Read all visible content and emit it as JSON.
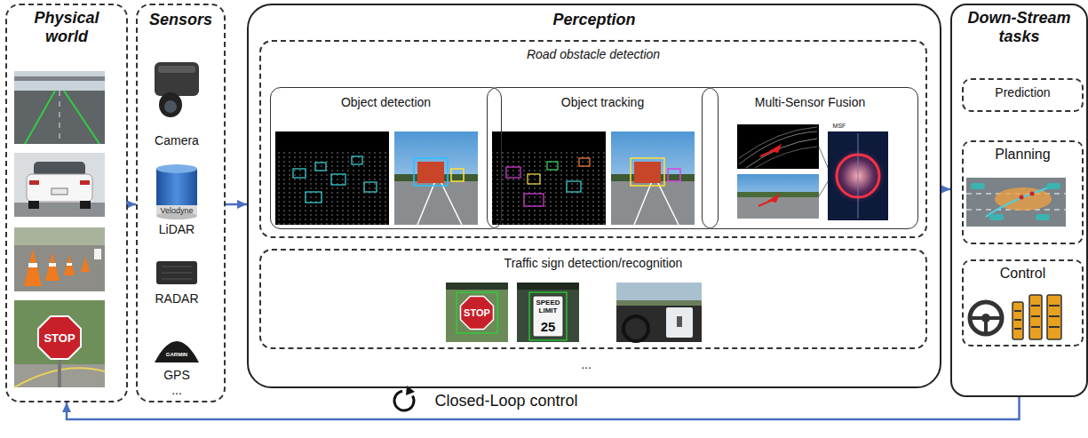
{
  "diagram": {
    "nodes": [
      {
        "text": [
          "Physical world"
        ]
      },
      {
        "text": [
          "Sensors"
        ]
      },
      {
        "text": [
          "Perception"
        ]
      },
      {
        "text": [
          "Road obstacle detection"
        ],
        "in": 2
      },
      {
        "text": [
          "Object detection"
        ],
        "in": 3
      },
      {
        "text": [
          "Object tracking"
        ],
        "in": 3
      },
      {
        "text": [
          "Multi-Sensor Fusion"
        ],
        "in": 3
      },
      {
        "text": [
          "Traffic sign detection/recognition"
        ],
        "in": 2
      },
      {
        "text": [
          "Down-Stream tasks"
        ]
      },
      {
        "text": [
          "Prediction"
        ],
        "in": 8
      },
      {
        "text": [
          "Planning"
        ],
        "in": 8
      },
      {
        "text": [
          "Control"
        ],
        "in": 8
      }
    ],
    "edges": [
      {
        "from": 0,
        "to": 1,
        "arrow": "to"
      },
      {
        "from": 1,
        "to": 2,
        "arrow": "to"
      },
      {
        "from": 2,
        "to": 8,
        "arrow": "to"
      },
      {
        "from": 8,
        "to": 0,
        "arrow": "to",
        "label": "Closed-Loop control"
      }
    ],
    "labels": [
      "STOP",
      "Camera",
      "Velodyne",
      "LiDAR",
      "RADAR",
      "GARMIN",
      "GPS",
      "...",
      "MSF",
      "STOP",
      "SPEED LIMIT",
      "25",
      "..."
    ]
  }
}
